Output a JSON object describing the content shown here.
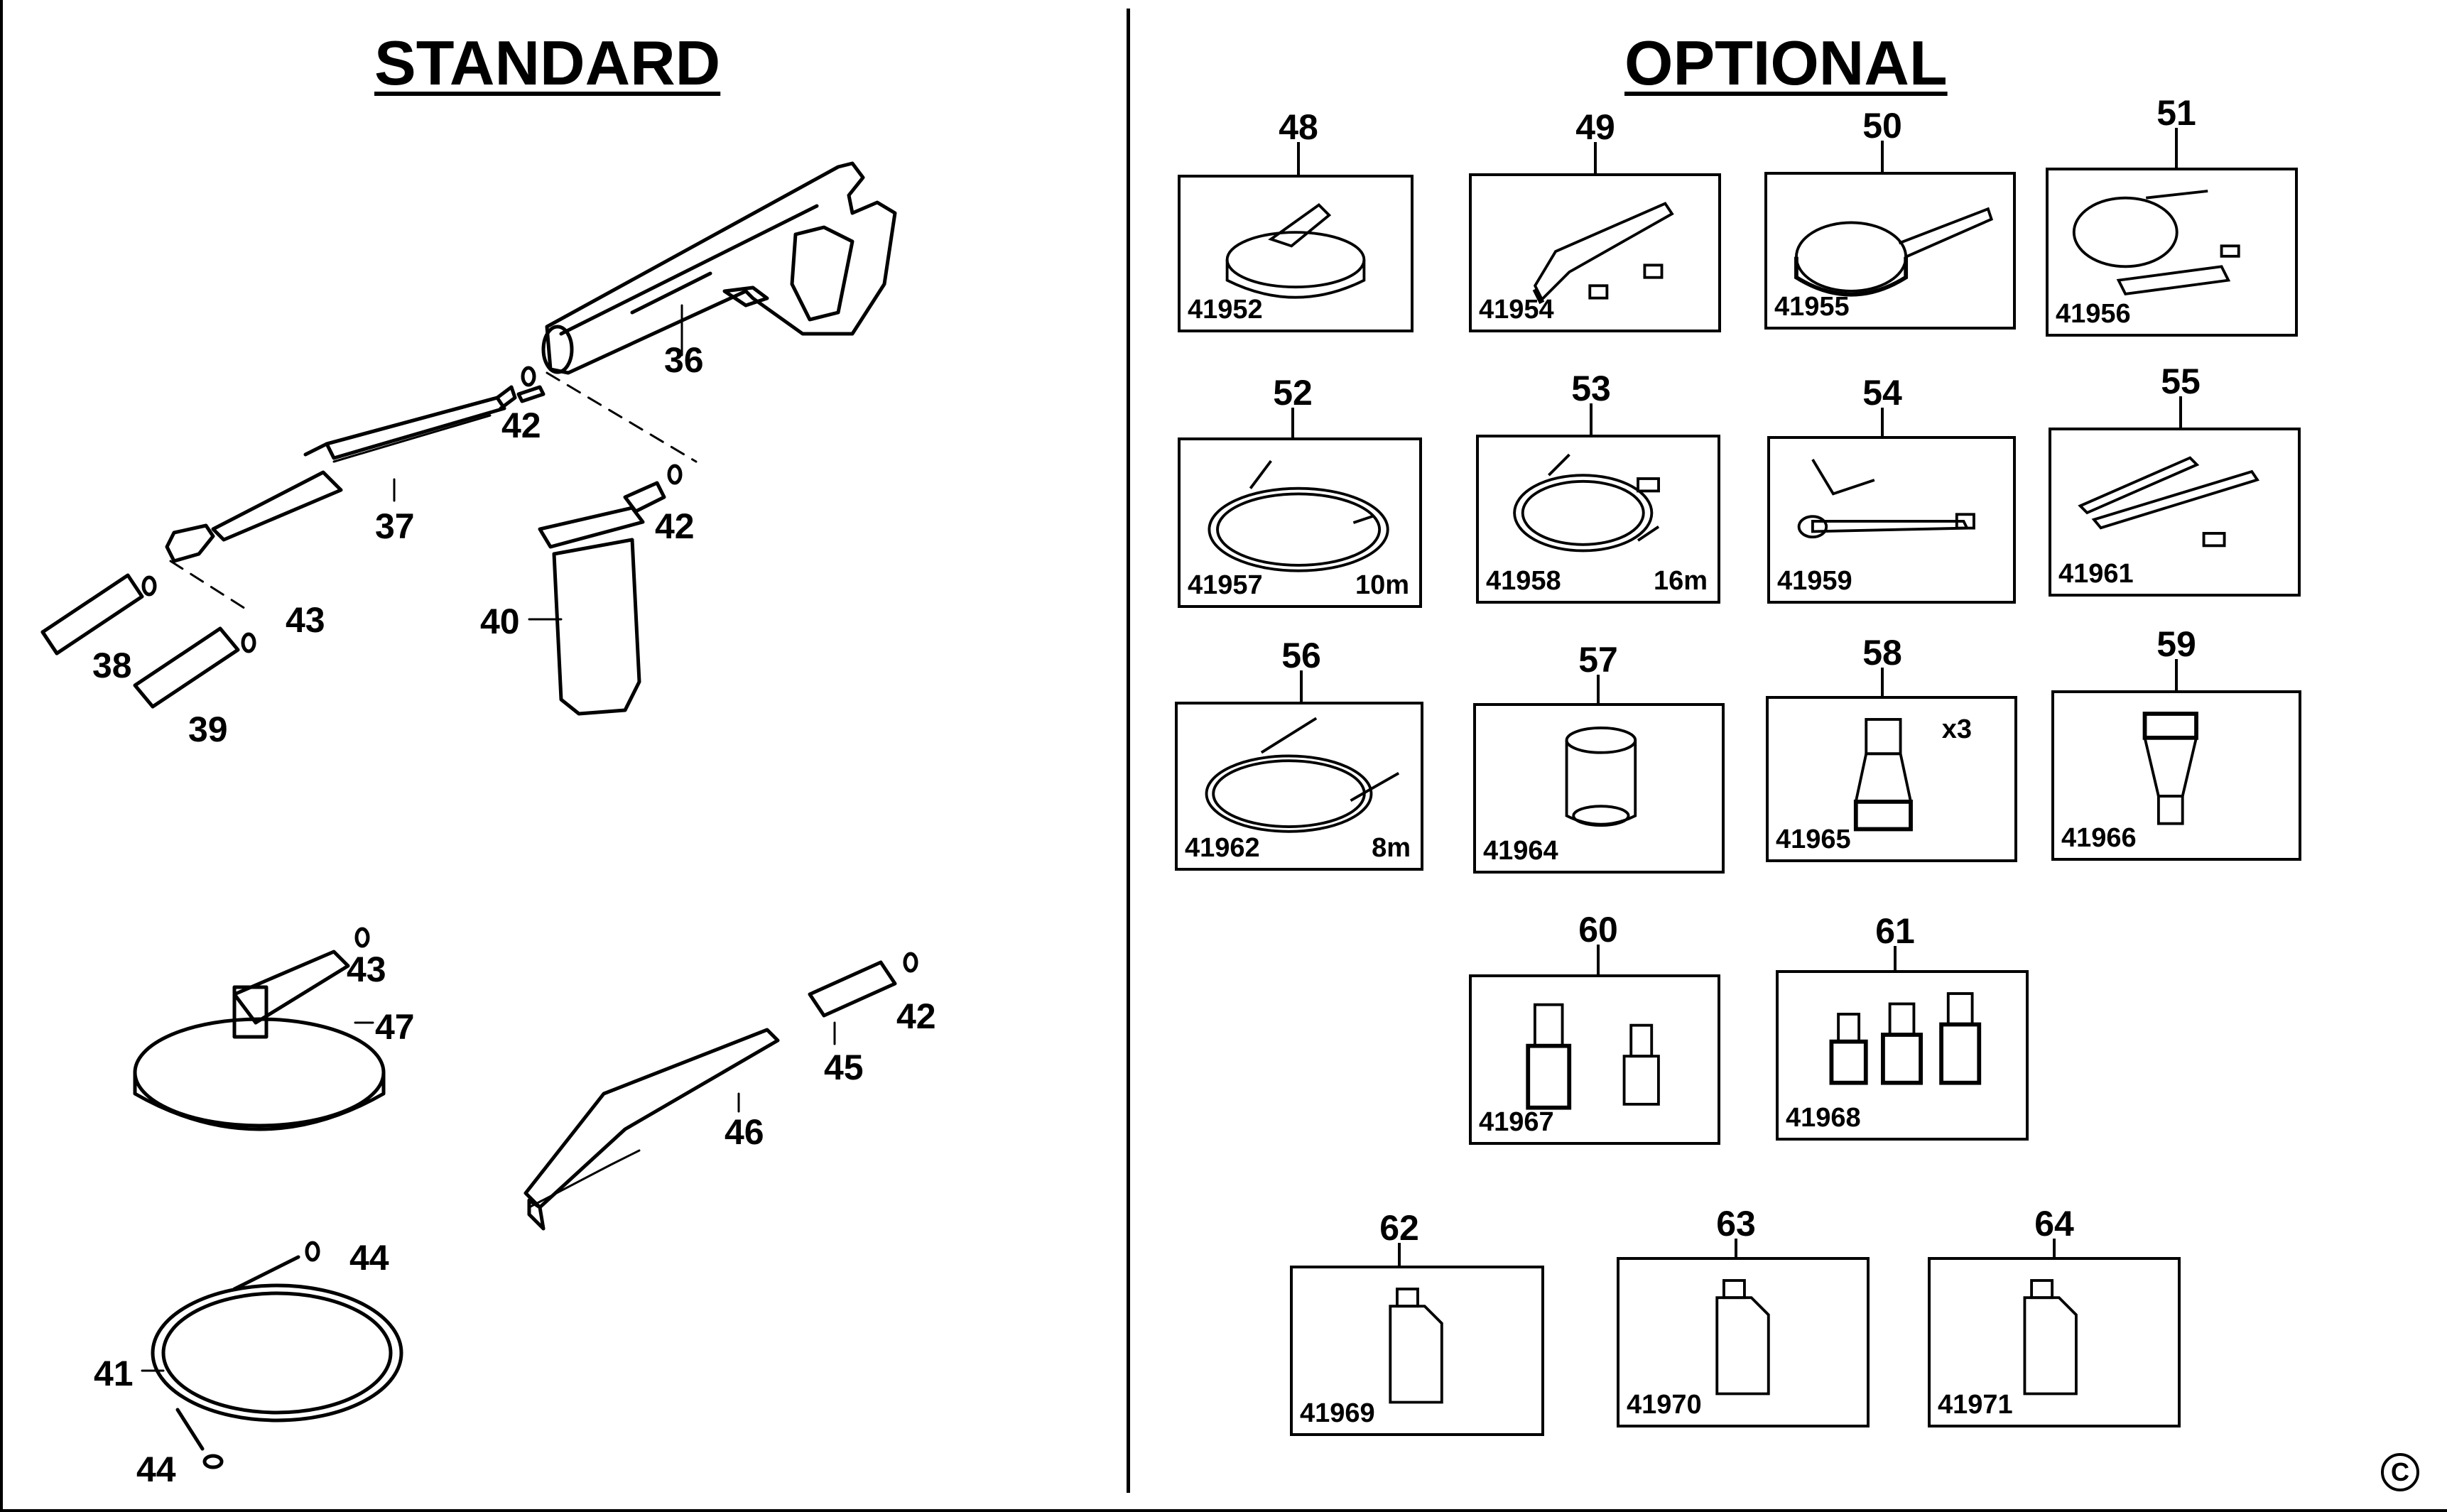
{
  "titles": {
    "standard": "STANDARD",
    "optional": "OPTIONAL"
  },
  "standard_callouts": [
    {
      "id": "36",
      "label": "36"
    },
    {
      "id": "37",
      "label": "37"
    },
    {
      "id": "38",
      "label": "38"
    },
    {
      "id": "39",
      "label": "39"
    },
    {
      "id": "40",
      "label": "40"
    },
    {
      "id": "41",
      "label": "41"
    },
    {
      "id": "42a",
      "label": "42"
    },
    {
      "id": "42b",
      "label": "42"
    },
    {
      "id": "42c",
      "label": "42"
    },
    {
      "id": "43a",
      "label": "43"
    },
    {
      "id": "43b",
      "label": "43"
    },
    {
      "id": "44a",
      "label": "44"
    },
    {
      "id": "44b",
      "label": "44"
    },
    {
      "id": "45",
      "label": "45"
    },
    {
      "id": "46",
      "label": "46"
    },
    {
      "id": "47",
      "label": "47"
    }
  ],
  "optional_parts": [
    {
      "num": "48",
      "code": "41952",
      "extra": "",
      "icon": "patio-cleaner-icon"
    },
    {
      "num": "49",
      "code": "41954",
      "extra": "",
      "icon": "brush-icon"
    },
    {
      "num": "50",
      "code": "41955",
      "extra": "",
      "icon": "rotary-brush-icon"
    },
    {
      "num": "51",
      "code": "41956",
      "extra": "",
      "icon": "drain-hose-icon"
    },
    {
      "num": "52",
      "code": "41957",
      "extra": "10m",
      "icon": "hose-icon"
    },
    {
      "num": "53",
      "code": "41958",
      "extra": "16m",
      "icon": "hose-icon"
    },
    {
      "num": "54",
      "code": "41959",
      "extra": "",
      "icon": "angled-lance-icon"
    },
    {
      "num": "55",
      "code": "41961",
      "extra": "",
      "icon": "lance-extension-icon"
    },
    {
      "num": "56",
      "code": "41962",
      "extra": "8m",
      "icon": "hose-icon"
    },
    {
      "num": "57",
      "code": "41964",
      "extra": "",
      "icon": "coupling-icon"
    },
    {
      "num": "58",
      "code": "41965",
      "extra": "x3",
      "icon": "nozzle-icon"
    },
    {
      "num": "59",
      "code": "41966",
      "extra": "",
      "icon": "nozzle-icon"
    },
    {
      "num": "60",
      "code": "41967",
      "extra": "",
      "icon": "adapter-icon"
    },
    {
      "num": "61",
      "code": "41968",
      "extra": "",
      "icon": "adapter-set-icon"
    },
    {
      "num": "62",
      "code": "41969",
      "extra": "",
      "icon": "bottle-icon"
    },
    {
      "num": "63",
      "code": "41970",
      "extra": "",
      "icon": "bottle-icon"
    },
    {
      "num": "64",
      "code": "41971",
      "extra": "",
      "icon": "bottle-icon"
    }
  ],
  "copyright_symbol": "C"
}
